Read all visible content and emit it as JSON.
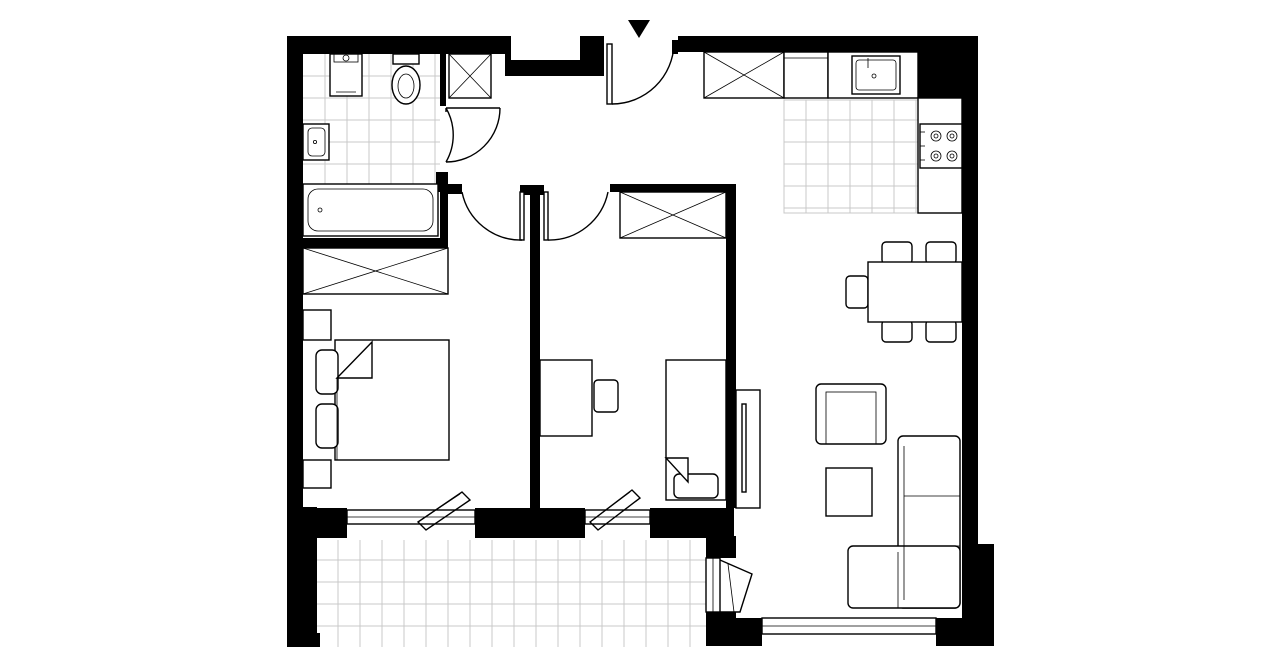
{
  "drawing": {
    "type": "apartment-floor-plan",
    "wall_color": "#000000",
    "background_color": "#ffffff",
    "tile_grid_color": "#c8c8c8"
  },
  "rooms": [
    {
      "id": "bathroom",
      "fixtures": [
        "washing-machine-icon",
        "toilet-icon",
        "washbasin-icon",
        "bathtub-icon"
      ]
    },
    {
      "id": "hallway",
      "fixtures": [
        "entrance-arrow-icon",
        "wardrobe-icon"
      ]
    },
    {
      "id": "bedroom",
      "fixtures": [
        "wardrobe-icon",
        "double-bed-icon",
        "nightstand-icon"
      ]
    },
    {
      "id": "second-room",
      "fixtures": [
        "wardrobe-icon",
        "desk-icon",
        "chair-icon",
        "single-bed-icon"
      ]
    },
    {
      "id": "living-kitchen",
      "fixtures": [
        "kitchen-counter-icon",
        "sink-icon",
        "cooktop-icon",
        "dining-table-icon",
        "armchair-icon",
        "coffee-table-icon",
        "corner-sofa-icon",
        "tv-stand-icon"
      ]
    },
    {
      "id": "balcony",
      "fixtures": []
    }
  ],
  "icons": {
    "entrance": "entrance-arrow-icon",
    "door": "door-swing-icon",
    "window": "window-icon"
  }
}
